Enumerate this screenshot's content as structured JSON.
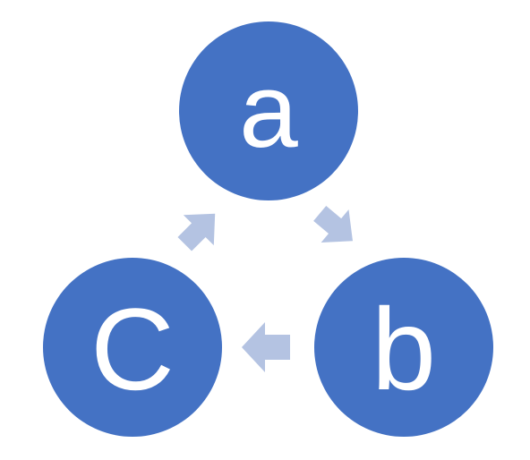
{
  "nodes": {
    "a": {
      "label": "a"
    },
    "b": {
      "label": "b"
    },
    "c": {
      "label": "C"
    }
  },
  "colors": {
    "node_fill": "#4472c4",
    "node_text": "#ffffff",
    "arrow_fill": "#b4c3e2",
    "background": "#ffffff"
  },
  "edges": [
    {
      "from": "a",
      "to": "b"
    },
    {
      "from": "b",
      "to": "c"
    },
    {
      "from": "c",
      "to": "a"
    }
  ]
}
